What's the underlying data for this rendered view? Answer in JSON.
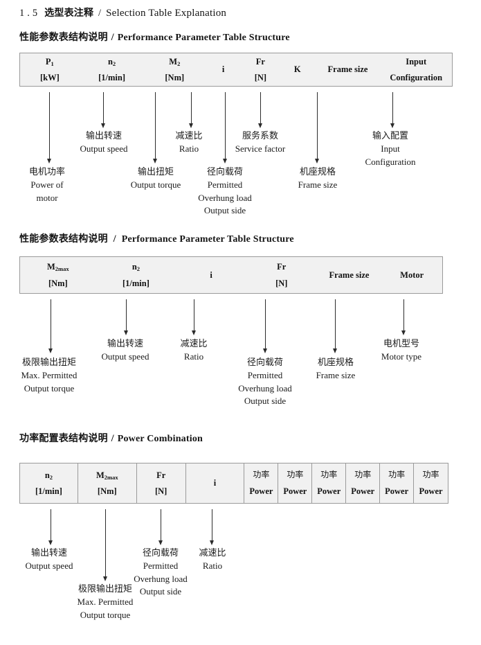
{
  "document": {
    "section_number": "1 . 5",
    "title_cn": "选型表注释",
    "separator": "/",
    "title_en": "Selection Table Explanation"
  },
  "sections": [
    {
      "heading_cn": "性能参数表结构说明",
      "heading_sep": "/",
      "heading_en": "Performance Parameter Table Structure",
      "table": {
        "ruled": false,
        "columns": [
          {
            "symbol": "P",
            "sub": "1",
            "unit": "[kW]"
          },
          {
            "symbol": "n",
            "sub": "2",
            "unit": "[1/min]"
          },
          {
            "symbol": "M",
            "sub": "2",
            "unit": "[Nm]"
          },
          {
            "symbol": "i",
            "sub": "",
            "unit": ""
          },
          {
            "symbol": "Fr",
            "sub": "",
            "unit": "[N]"
          },
          {
            "symbol": "K",
            "sub": "",
            "unit": ""
          },
          {
            "symbol": "Frame size",
            "sub": "",
            "unit": ""
          },
          {
            "symbol": "Input",
            "sub": "",
            "unit": "Configuration"
          }
        ]
      },
      "notes": [
        {
          "cn": "电机功率",
          "en": [
            "Power of",
            "motor"
          ]
        },
        {
          "cn": "输出转速",
          "en": [
            "Output speed"
          ]
        },
        {
          "cn": "输出扭矩",
          "en": [
            "Output torque"
          ]
        },
        {
          "cn": "减速比",
          "en": [
            "Ratio"
          ]
        },
        {
          "cn": "径向载荷",
          "en": [
            "Permitted",
            "Overhung load",
            "Output side"
          ]
        },
        {
          "cn": "服务系数",
          "en": [
            "Service factor"
          ]
        },
        {
          "cn": "机座规格",
          "en": [
            "Frame size"
          ]
        },
        {
          "cn": "输入配置",
          "en": [
            "Input",
            "Configuration"
          ]
        }
      ]
    },
    {
      "heading_cn": "性能参数表结构说明",
      "heading_sep": "/",
      "heading_en": "Performance Parameter Table Structure",
      "table": {
        "ruled": false,
        "columns": [
          {
            "symbol": "M",
            "sub": "2max",
            "unit": "[Nm]"
          },
          {
            "symbol": "n",
            "sub": "2",
            "unit": "[1/min]"
          },
          {
            "symbol": "i",
            "sub": "",
            "unit": ""
          },
          {
            "symbol": "Fr",
            "sub": "",
            "unit": "[N]"
          },
          {
            "symbol": "Frame size",
            "sub": "",
            "unit": ""
          },
          {
            "symbol": "Motor",
            "sub": "",
            "unit": ""
          }
        ]
      },
      "notes": [
        {
          "cn": "极限输出扭矩",
          "en": [
            "Max. Permitted",
            "Output  torque"
          ]
        },
        {
          "cn": "输出转速",
          "en": [
            "Output speed"
          ]
        },
        {
          "cn": "减速比",
          "en": [
            "Ratio"
          ]
        },
        {
          "cn": "径向载荷",
          "en": [
            "Permitted",
            "Overhung load",
            "Output side"
          ]
        },
        {
          "cn": "机座规格",
          "en": [
            "Frame size"
          ]
        },
        {
          "cn": "电机型号",
          "en": [
            "Motor type"
          ]
        }
      ]
    },
    {
      "heading_cn": "功率配置表结构说明",
      "heading_sep": "/",
      "heading_en": "Power Combination",
      "table": {
        "ruled": true,
        "columns": [
          {
            "symbol": "n",
            "sub": "2",
            "unit": "[1/min]"
          },
          {
            "symbol": "M",
            "sub": "2max",
            "unit": "[Nm]"
          },
          {
            "symbol": "Fr",
            "sub": "",
            "unit": "[N]"
          },
          {
            "symbol": "i",
            "sub": "",
            "unit": ""
          },
          {
            "symbol": "功率",
            "sub": "",
            "unit": "Power"
          },
          {
            "symbol": "功率",
            "sub": "",
            "unit": "Power"
          },
          {
            "symbol": "功率",
            "sub": "",
            "unit": "Power"
          },
          {
            "symbol": "功率",
            "sub": "",
            "unit": "Power"
          },
          {
            "symbol": "功率",
            "sub": "",
            "unit": "Power"
          },
          {
            "symbol": "功率",
            "sub": "",
            "unit": "Power"
          }
        ]
      },
      "notes": [
        {
          "cn": "输出转速",
          "en": [
            "Output speed"
          ]
        },
        {
          "cn": "极限输出扭矩",
          "en": [
            "Max. Permitted",
            "Output  torque"
          ]
        },
        {
          "cn": "径向载荷",
          "en": [
            "Permitted",
            "Overhung load",
            "Output side"
          ]
        },
        {
          "cn": "减速比",
          "en": [
            "Ratio"
          ]
        }
      ]
    }
  ]
}
